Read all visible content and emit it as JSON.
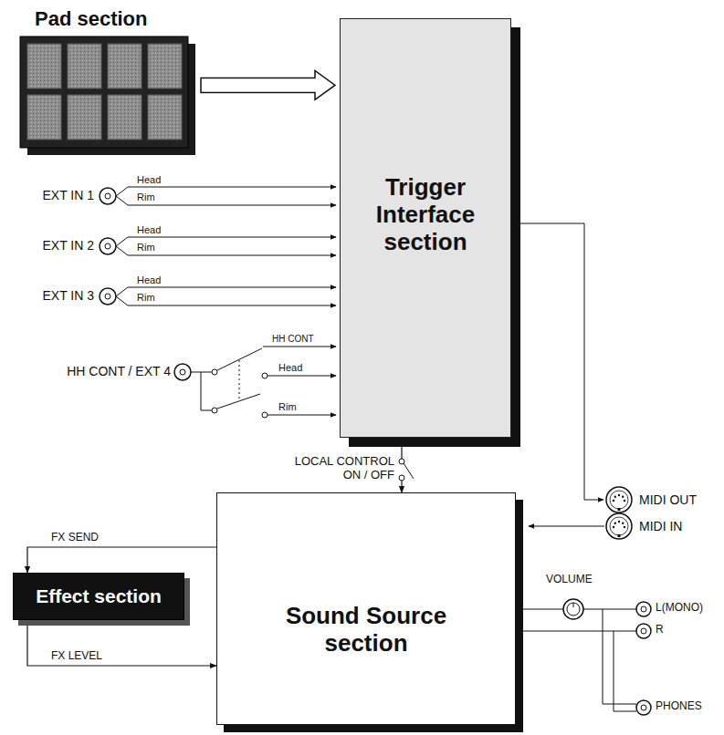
{
  "diagram": {
    "nodes": [
      {
        "text": [
          "Pad section"
        ]
      },
      {
        "text": [
          "Trigger Interface section"
        ]
      },
      {
        "text": [
          "Sound Source section"
        ]
      },
      {
        "text": [
          "Effect section"
        ]
      }
    ],
    "edges": [
      {
        "from": 0,
        "to": 1,
        "arrow": "to"
      },
      {
        "from": 1,
        "to": 2,
        "arrow": "to",
        "label": "LOCAL CONTROL ON / OFF"
      },
      {
        "from": 2,
        "to": 3,
        "arrow": "to",
        "label": "FX SEND"
      },
      {
        "from": 3,
        "to": 2,
        "arrow": "to",
        "label": "FX LEVEL"
      }
    ],
    "labels": [
      "EXT IN 1",
      "Head",
      "Rim",
      "EXT IN 2",
      "Head",
      "Rim",
      "EXT IN 3",
      "Head",
      "Rim",
      "HH CONT / EXT 4",
      "HH CONT",
      "Head",
      "Rim",
      "MIDI OUT",
      "MIDI IN",
      "VOLUME",
      "L(MONO)",
      "R",
      "PHONES"
    ]
  }
}
